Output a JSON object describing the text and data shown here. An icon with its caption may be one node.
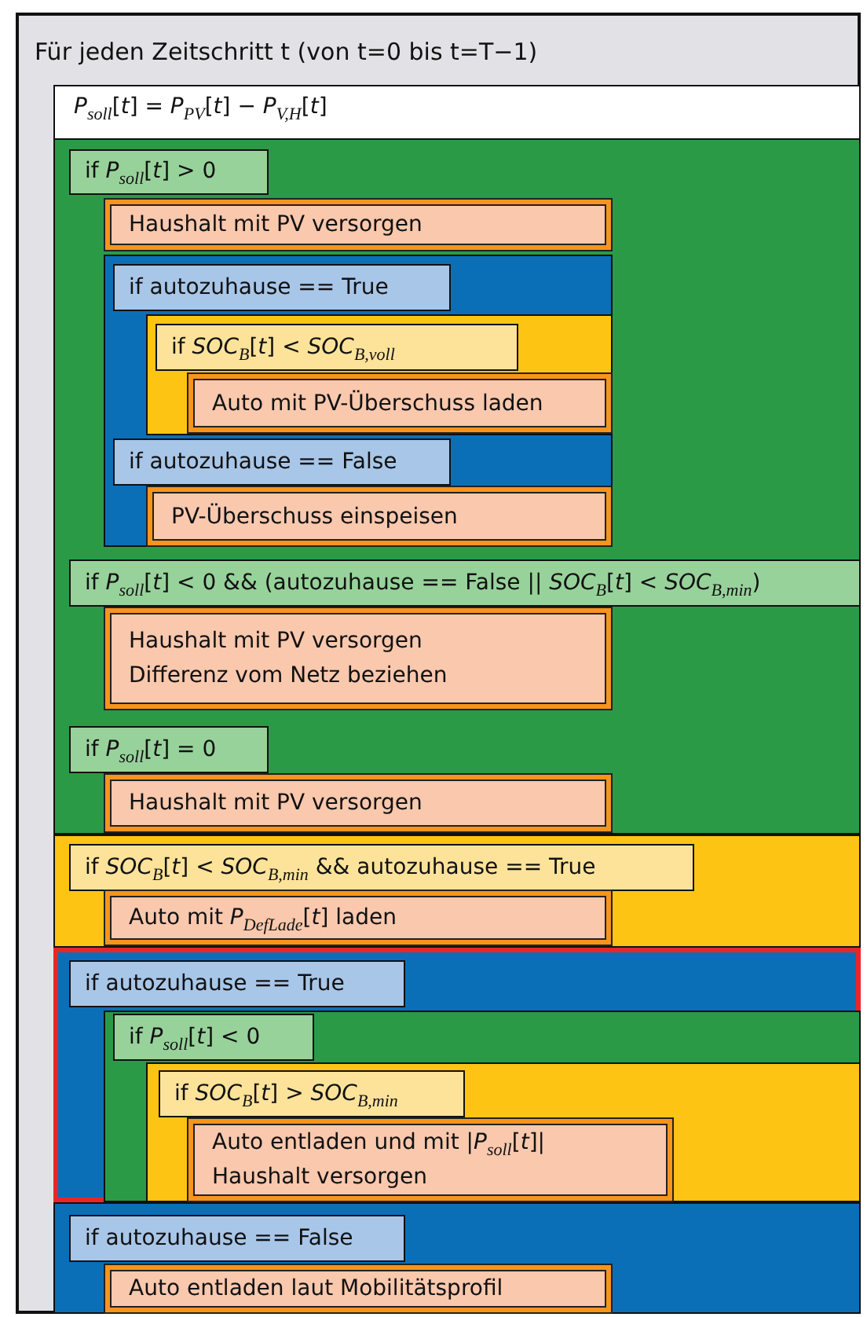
{
  "diagram": {
    "nodes": [
      {
        "text": [
          "Für jeden Zeitschritt t (von t=0 bis t=T−1)"
        ]
      },
      {
        "text": [
          "*P*$_{soll}$[*t*] = *P*$_{PV}$[*t*] − *P*$_{V,H}$[*t*]"
        ],
        "in": 0
      },
      {
        "text": [],
        "shape": "box",
        "in": 1
      },
      {
        "text": [
          "if *P*$_{soll}$[*t*] > 0"
        ],
        "in": 2
      },
      {
        "text": [
          "Haushalt mit PV versorgen"
        ],
        "in": 2
      },
      {
        "text": [],
        "shape": "box",
        "in": 2
      },
      {
        "text": [
          "if autozuhause == True"
        ],
        "in": 5
      },
      {
        "text": [],
        "shape": "box",
        "in": 5
      },
      {
        "text": [
          "if *SOC*$_{B}$[*t*] < *SOC*$_{B,voll}$"
        ],
        "in": 7
      },
      {
        "text": [
          "Auto mit PV-Überschuss laden"
        ],
        "in": 7
      },
      {
        "text": [
          "if autozuhause == False"
        ],
        "in": 5
      },
      {
        "text": [
          "PV-Überschuss einspeisen"
        ],
        "in": 5
      },
      {
        "text": [
          "if *P*$_{soll}$[*t*] < 0 && (autozuhause == False || *SOC*$_{B}$[*t*] < *SOC*$_{B,min}$)"
        ],
        "in": 2
      },
      {
        "text": [
          "Haushalt mit PV versorgen Differenz vom Netz beziehen"
        ],
        "in": 2
      },
      {
        "text": [
          "if *P*$_{soll}$[*t*] = 0"
        ],
        "in": 2
      },
      {
        "text": [
          "Haushalt mit PV versorgen"
        ],
        "in": 2
      },
      {
        "text": [],
        "shape": "box",
        "in": 1
      },
      {
        "text": [
          "if *SOC*$_{B}$[*t*] < *SOC*$_{B,min}$ && autozuhause == True"
        ],
        "in": 16
      },
      {
        "text": [
          "Auto mit *P*$_{DefLade}$[*t*] laden"
        ],
        "in": 16
      },
      {
        "text": [],
        "shape": "box",
        "in": 1
      },
      {
        "text": [
          "if autozuhause == True"
        ],
        "in": 19
      },
      {
        "text": [],
        "shape": "box",
        "in": 19
      },
      {
        "text": [
          "if *P*$_{soll}$[*t*] < 0"
        ],
        "in": 21
      },
      {
        "text": [],
        "shape": "box",
        "in": 21
      },
      {
        "text": [
          "if *SOC*$_{B}$[*t*] > *SOC*$_{B,min}$"
        ],
        "in": 23
      },
      {
        "text": [
          "Auto entladen und mit |*P*$_{soll}$[*t*]| Haushalt versorgen"
        ],
        "in": 23
      },
      {
        "text": [],
        "shape": "box",
        "in": 1
      },
      {
        "text": [
          "if autozuhause == False"
        ],
        "in": 26
      },
      {
        "text": [
          "Auto entladen laut Mobilitätsprofil"
        ],
        "in": 26
      }
    ]
  }
}
